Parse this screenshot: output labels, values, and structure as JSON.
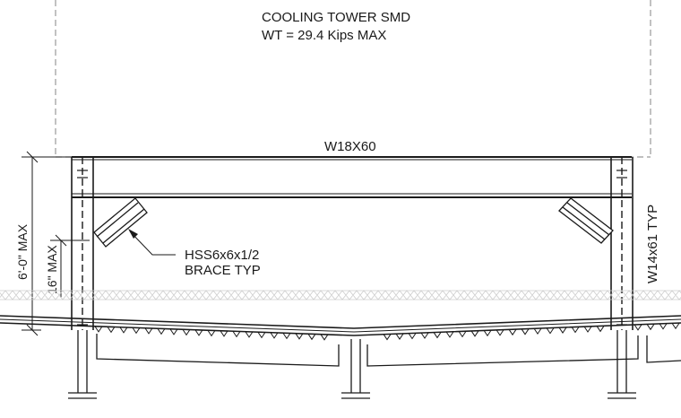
{
  "equipment": {
    "title": "COOLING TOWER SMD",
    "weight": "WT = 29.4 Kips MAX"
  },
  "members": {
    "beam": "W18X60",
    "column": "W14x61 TYP",
    "brace_line1": "HSS6x6x1/2",
    "brace_line2": "BRACE TYP"
  },
  "dimensions": {
    "overall_height": "6'-0\" MAX",
    "brace_offset": "16\" MAX"
  },
  "colors": {
    "line": "#1a1a1a",
    "hidden": "#9a9a9a",
    "hatch": "#cccccc"
  }
}
